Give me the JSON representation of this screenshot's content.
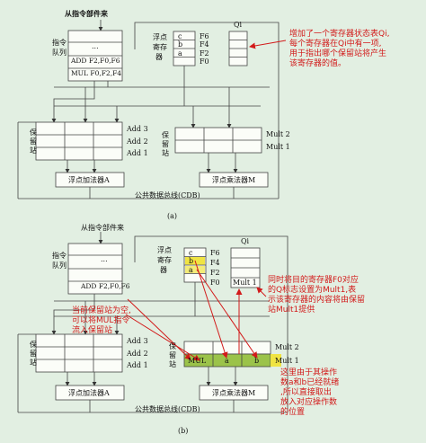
{
  "top": {
    "source_label": "从指令部件来",
    "queue_label": [
      "指令",
      "队列"
    ],
    "queue_rows": [
      "",
      "...",
      "ADD F2,F0,F6",
      "MUL F0,F2,F4"
    ],
    "regfile_label": [
      "浮点",
      "寄存",
      "器"
    ],
    "reg_tags": [
      "c",
      "b",
      "a",
      ""
    ],
    "reg_names": [
      "F6",
      "F4",
      "F2",
      "F0"
    ],
    "qi_label": "Qi",
    "qi_values": [
      "",
      "",
      "",
      ""
    ],
    "rs_label": [
      "保",
      "留",
      "站"
    ],
    "add_rs_names": [
      "Add 3",
      "Add 2",
      "Add 1"
    ],
    "mult_rs_label": [
      "保",
      "留",
      "站"
    ],
    "mult_rs_names": [
      "Mult 2",
      "Mult 1"
    ],
    "add_unit": "浮点加法器A",
    "mult_unit": "浮点乘法器M",
    "cdb": "公共数据总线(CDB)",
    "caption": "(a)",
    "note": [
      "增加了一个寄存器状态表Qi,",
      "每个寄存器在Qi中有一项,",
      "用于指出哪个保留站将产生",
      "该寄存器的值。"
    ]
  },
  "bottom": {
    "source_label": "从指令部件来",
    "queue_label": [
      "指令",
      "队列"
    ],
    "queue_rows": [
      "",
      "...",
      "",
      "ADD F2,F0,F6"
    ],
    "regfile_label": [
      "浮点",
      "寄存",
      "器"
    ],
    "reg_tags": [
      "c",
      "b",
      "a",
      ""
    ],
    "reg_names": [
      "F6",
      "F4",
      "F2",
      "F0"
    ],
    "qi_label": "Qi",
    "qi_values": [
      "",
      "",
      "",
      "Mult 1"
    ],
    "rs_label": [
      "保",
      "留",
      "站"
    ],
    "add_rs_names": [
      "Add 3",
      "Add 2",
      "Add 1"
    ],
    "mult_rs_label": [
      "保",
      "留",
      "站"
    ],
    "mult_rs_names": [
      "Mult 2",
      "Mult 1"
    ],
    "mult1_cells": [
      "MUL",
      "a",
      "b"
    ],
    "add_unit": "浮点加法器A",
    "mult_unit": "浮点乘法器M",
    "cdb": "公共数据总线(CDB)",
    "caption": "(b)",
    "note_left": [
      "当前保留站为空,",
      "可以将MUL指令",
      "流入保留站"
    ],
    "note_right": [
      "同时将目的寄存器F0对应",
      "的Q标志设置为Mult1,表",
      "示该寄存器的内容将由保留",
      "站Mult1提供"
    ],
    "note_bottom": [
      "这里由于其操作",
      "数a和b已经就绪",
      ",所以直接取出",
      "放入对应操作数",
      "的位置"
    ]
  },
  "colors": {
    "note": "#d21a1a",
    "highlight_green": "#9bc34a",
    "highlight_yellow": "#f0e442",
    "line": "#444444"
  }
}
